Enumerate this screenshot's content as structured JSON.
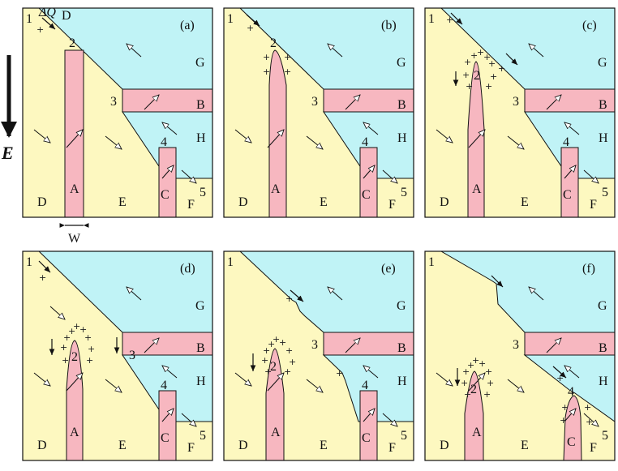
{
  "field_label": "E",
  "dq_label": "ΔQ",
  "dq_sub": "D",
  "width_label": "W",
  "colors": {
    "yellow": "#fdf8c0",
    "cyan": "#c0f3f6",
    "pink": "#f7b7c0",
    "stroke": "#111111"
  },
  "panels": [
    {
      "tag": "(a)",
      "variant": "a"
    },
    {
      "tag": "(b)",
      "variant": "b"
    },
    {
      "tag": "(c)",
      "variant": "c"
    },
    {
      "tag": "(d)",
      "variant": "d"
    },
    {
      "tag": "(e)",
      "variant": "e"
    },
    {
      "tag": "(f)",
      "variant": "f"
    }
  ],
  "region_labels": [
    "A",
    "B",
    "C",
    "D",
    "E",
    "F",
    "G",
    "H"
  ],
  "junction_labels": [
    "1",
    "2",
    "3",
    "4",
    "5"
  ]
}
